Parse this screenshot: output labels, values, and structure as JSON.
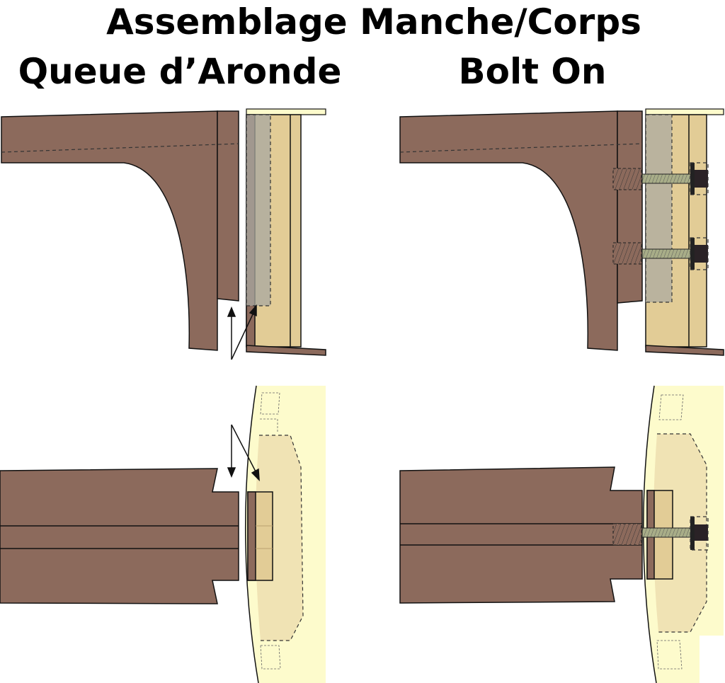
{
  "title": "Assemblage Manche/Corps",
  "left_heading": "Queue d’Aronde",
  "right_heading": "Bolt On",
  "colors": {
    "wood": "#8c6a5c",
    "body_tan": "#e2cc96",
    "top_yellow": "#fdfbcc",
    "block": "#f0e3b4",
    "bolt": "#a8ad88"
  }
}
